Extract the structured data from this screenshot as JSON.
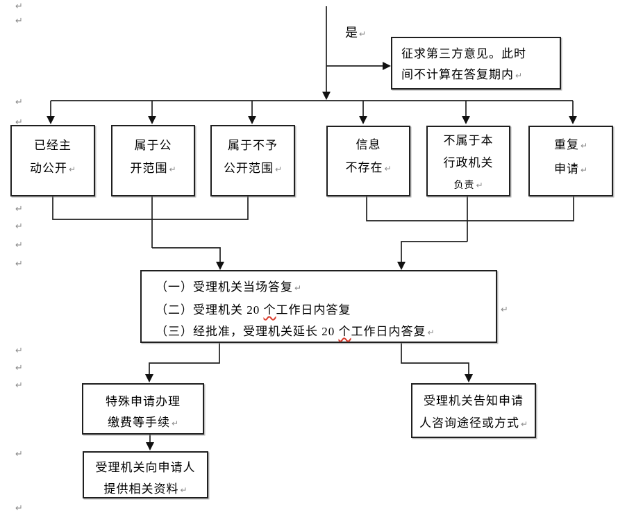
{
  "document": {
    "pilcrow": "↵",
    "colors": {
      "line": "#1f1f1f",
      "pilcrow": "#8a8a8a",
      "spellcheck_squiggle": "#d93a2b",
      "background": "#ffffff",
      "text": "#000000"
    }
  },
  "flowchart": {
    "yes_label": "是",
    "third_party_box": {
      "line1": "征求第三方意见。此时",
      "line2": "间不计算在答复期内"
    },
    "branches": [
      {
        "lines": [
          "已经主",
          "动公开"
        ]
      },
      {
        "lines": [
          "属于公",
          "开范围"
        ]
      },
      {
        "lines": [
          "属于不予",
          "公开范围"
        ]
      },
      {
        "lines": [
          "信息",
          "不存在"
        ]
      },
      {
        "lines": [
          "不属于本",
          "行政机关",
          "负责"
        ]
      },
      {
        "lines": [
          "重复",
          "申请"
        ]
      }
    ],
    "reply_box": {
      "line1": "（一）受理机关当场答复",
      "line2_prefix": "（二）受理机关 20 ",
      "line2_flagged": "个",
      "line2_suffix": "工作日内答复",
      "line3_prefix": "（三）经批准，受理机关延长 20 ",
      "line3_flagged": "个",
      "line3_suffix": "工作日内答复"
    },
    "special_box": {
      "line1": "特殊申请办理",
      "line2": "缴费等手续"
    },
    "materials_box": {
      "line1": "受理机关向申请人",
      "line2": "提供相关资料"
    },
    "inform_box": {
      "line1": "受理机关告知申请",
      "line2": "人咨询途径或方式"
    }
  }
}
